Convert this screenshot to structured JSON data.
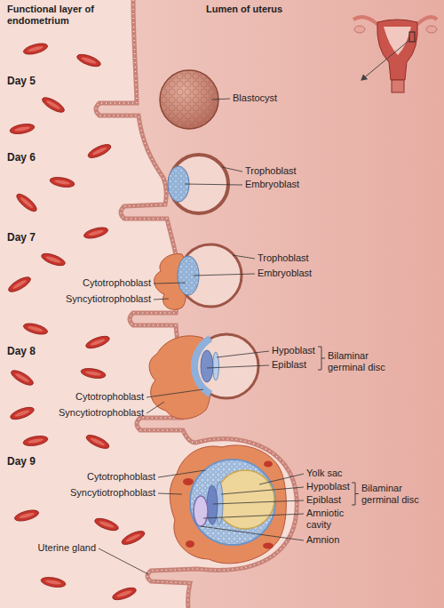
{
  "diagram": {
    "labels": [
      "Functional layer of endometrium",
      "Lumen of uterus",
      "Day 5",
      "Blastocyst",
      "Day 6",
      "Trophoblast",
      "Embryoblast",
      "Day 7",
      "Trophoblast",
      "Embryoblast",
      "Cytotrophoblast",
      "Syncytiotrophoblast",
      "Day 8",
      "Hypoblast",
      "Epiblast",
      "Bilaminar germinal disc",
      "Cytotrophoblast",
      "Syncytiotrophoblast",
      "Day 9",
      "Cytotrophoblast",
      "Syncytiotrophoblast",
      "Yolk sac",
      "Hypoblast",
      "Epiblast",
      "Bilaminar germinal disc",
      "Amniotic cavity",
      "Amnion",
      "Uterine gland"
    ]
  }
}
